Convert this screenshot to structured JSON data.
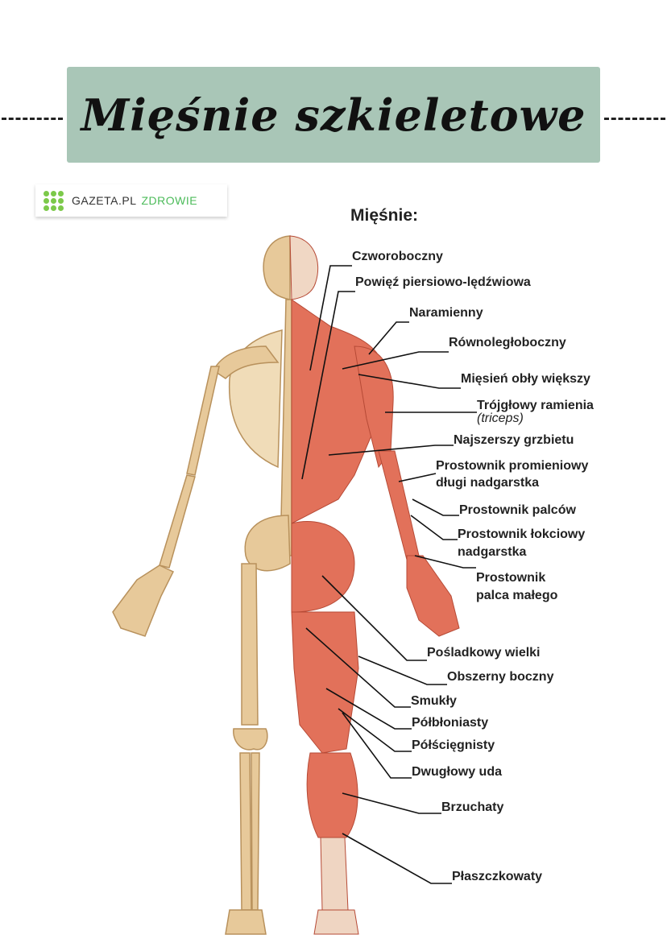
{
  "title": "Mięśnie szkieletowe",
  "logo": {
    "brand": "GAZETA.PL",
    "section": "ZDROWIE"
  },
  "heading": "Mięśnie:",
  "labels": {
    "czworoboczny": "Czworoboczny",
    "powiez": "Powięź piersiowo-lędźwiowa",
    "naramienny": "Naramienny",
    "rownoleglo": "Równoległoboczny",
    "obly": "Mięsień obły większy",
    "trojglowy": "Trójgłowy ramienia",
    "triceps": "(triceps)",
    "najszerszy": "Najszerszy grzbietu",
    "prost_prom_1": "Prostownik promieniowy",
    "prost_prom_2": "długi nadgarstka",
    "prost_palcow": "Prostownik palców",
    "prost_lok_1": "Prostownik łokciowy",
    "prost_lok_2": "nadgarstka",
    "prost_maly_1": "Prostownik",
    "prost_maly_2": "palca małego",
    "posladkowy": "Pośladkowy wielki",
    "obszerny": "Obszerny boczny",
    "smukly": "Smukły",
    "polblon": "Półbłoniasty",
    "polscieg": "Półścięgnisty",
    "dwuglowy": "Dwugłowy uda",
    "brzuchaty": "Brzuchaty",
    "plaszcz": "Płaszczkowaty"
  },
  "colors": {
    "banner": "#a9c6b7",
    "muscle": "#e2715a",
    "bone": "#e7c99a"
  }
}
